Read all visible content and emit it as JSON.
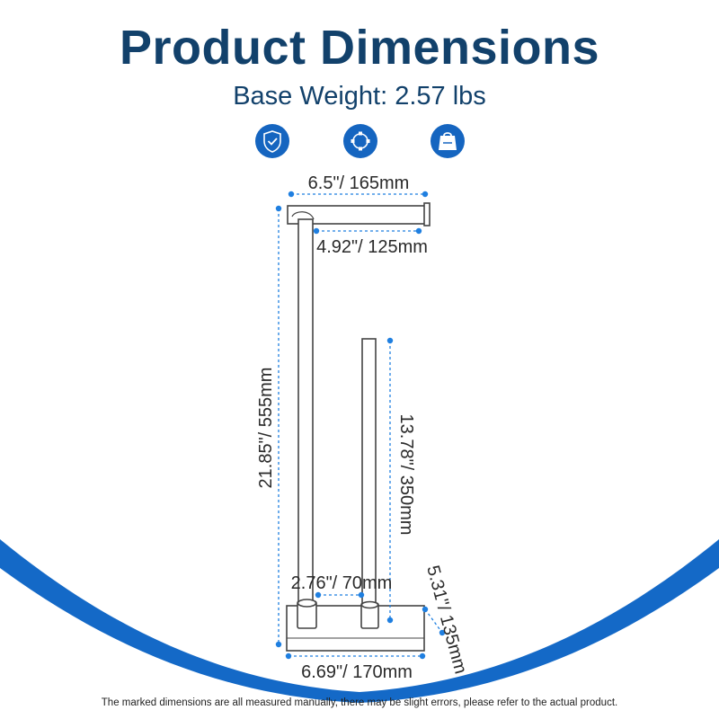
{
  "title": "Product Dimensions",
  "subtitle": "Base Weight: 2.57 lbs",
  "badges": [
    {
      "icon": "shield-check-icon"
    },
    {
      "icon": "circle-nodes-icon"
    },
    {
      "icon": "weight-icon"
    }
  ],
  "dimensions": {
    "arm_length": "6.5\"/ 165mm",
    "arm_inner": "4.92\"/ 125mm",
    "total_height": "21.85\"/ 555mm",
    "reserve_height": "13.78\"/ 350mm",
    "post_spacing": "2.76\"/ 70mm",
    "base_depth": "5.31\"/ 135mm",
    "base_width": "6.69\"/ 170mm"
  },
  "footnote": "The marked dimensions are all measured manually, there may be slight errors, please refer to the actual product.",
  "colors": {
    "title": "#12416b",
    "badge": "#1565c0",
    "wave": "#1469c7",
    "dimension_line": "#1f7fe0",
    "product_outline": "#444444"
  }
}
